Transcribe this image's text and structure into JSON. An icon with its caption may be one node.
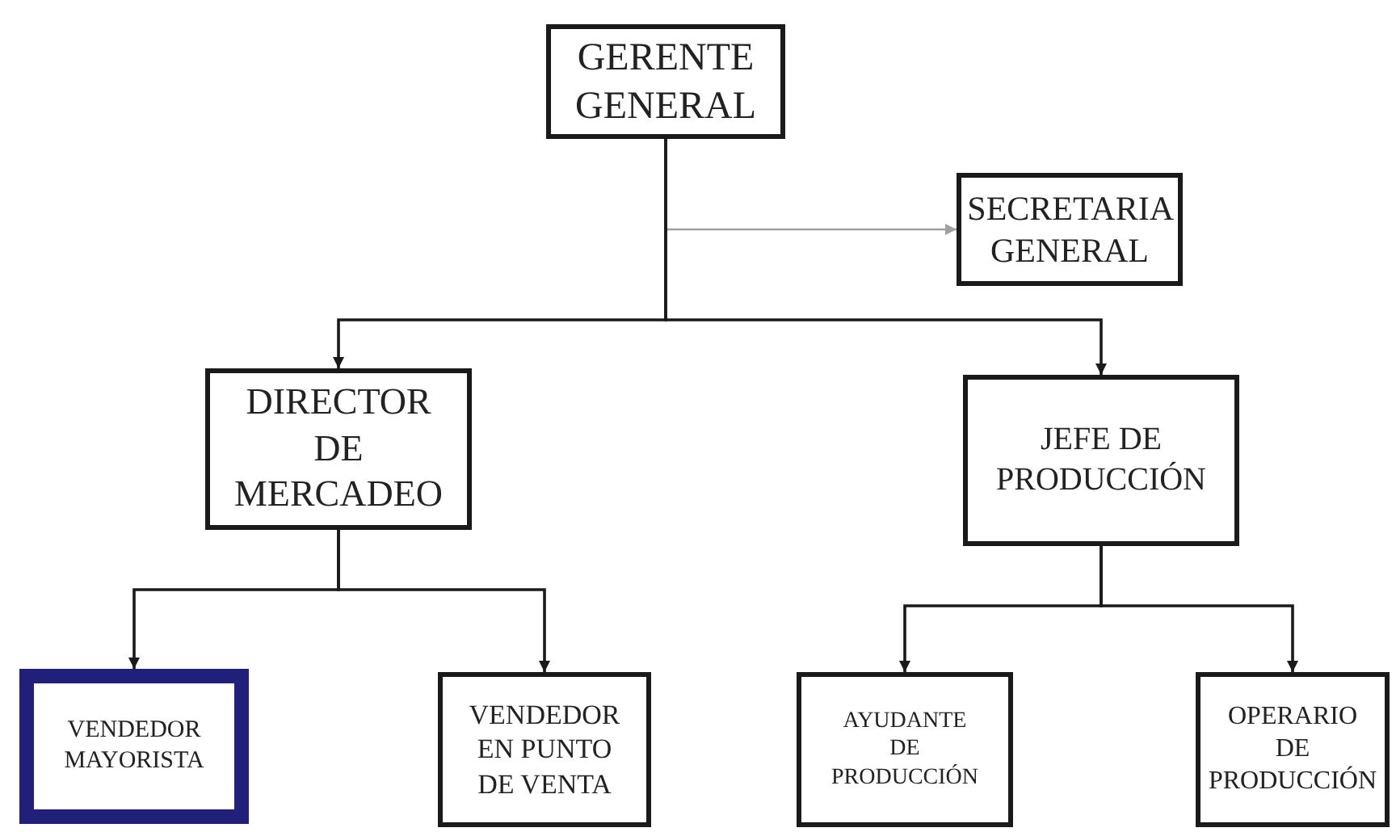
{
  "diagram": {
    "nodes": [
      {
        "text": [
          "GERENTE GENERAL"
        ]
      },
      {
        "text": [
          "SECRETARIA GENERAL"
        ]
      },
      {
        "text": [
          "DIRECTOR DE MERCADEO"
        ]
      },
      {
        "text": [
          "JEFE DE PRODUCCIÓN"
        ]
      },
      {
        "text": [
          "VENDEDOR MAYORISTA"
        ]
      },
      {
        "text": [
          "VENDEDOR EN PUNTO DE VENTA"
        ]
      },
      {
        "text": [
          "AYUDANTE DE PRODUCCIÓN"
        ]
      },
      {
        "text": [
          "OPERARIO DE PRODUCCIÓN"
        ]
      }
    ],
    "edges": [
      {
        "from": 0,
        "to": 1,
        "arrow": "to",
        "color": "#a0a0a0"
      },
      {
        "from": 0,
        "to": 2,
        "arrow": "to"
      },
      {
        "from": 0,
        "to": 3,
        "arrow": "to"
      },
      {
        "from": 2,
        "to": 4,
        "arrow": "to"
      },
      {
        "from": 2,
        "to": 5,
        "arrow": "to"
      },
      {
        "from": 3,
        "to": 6,
        "arrow": "to"
      },
      {
        "from": 3,
        "to": 7,
        "arrow": "to"
      }
    ]
  }
}
